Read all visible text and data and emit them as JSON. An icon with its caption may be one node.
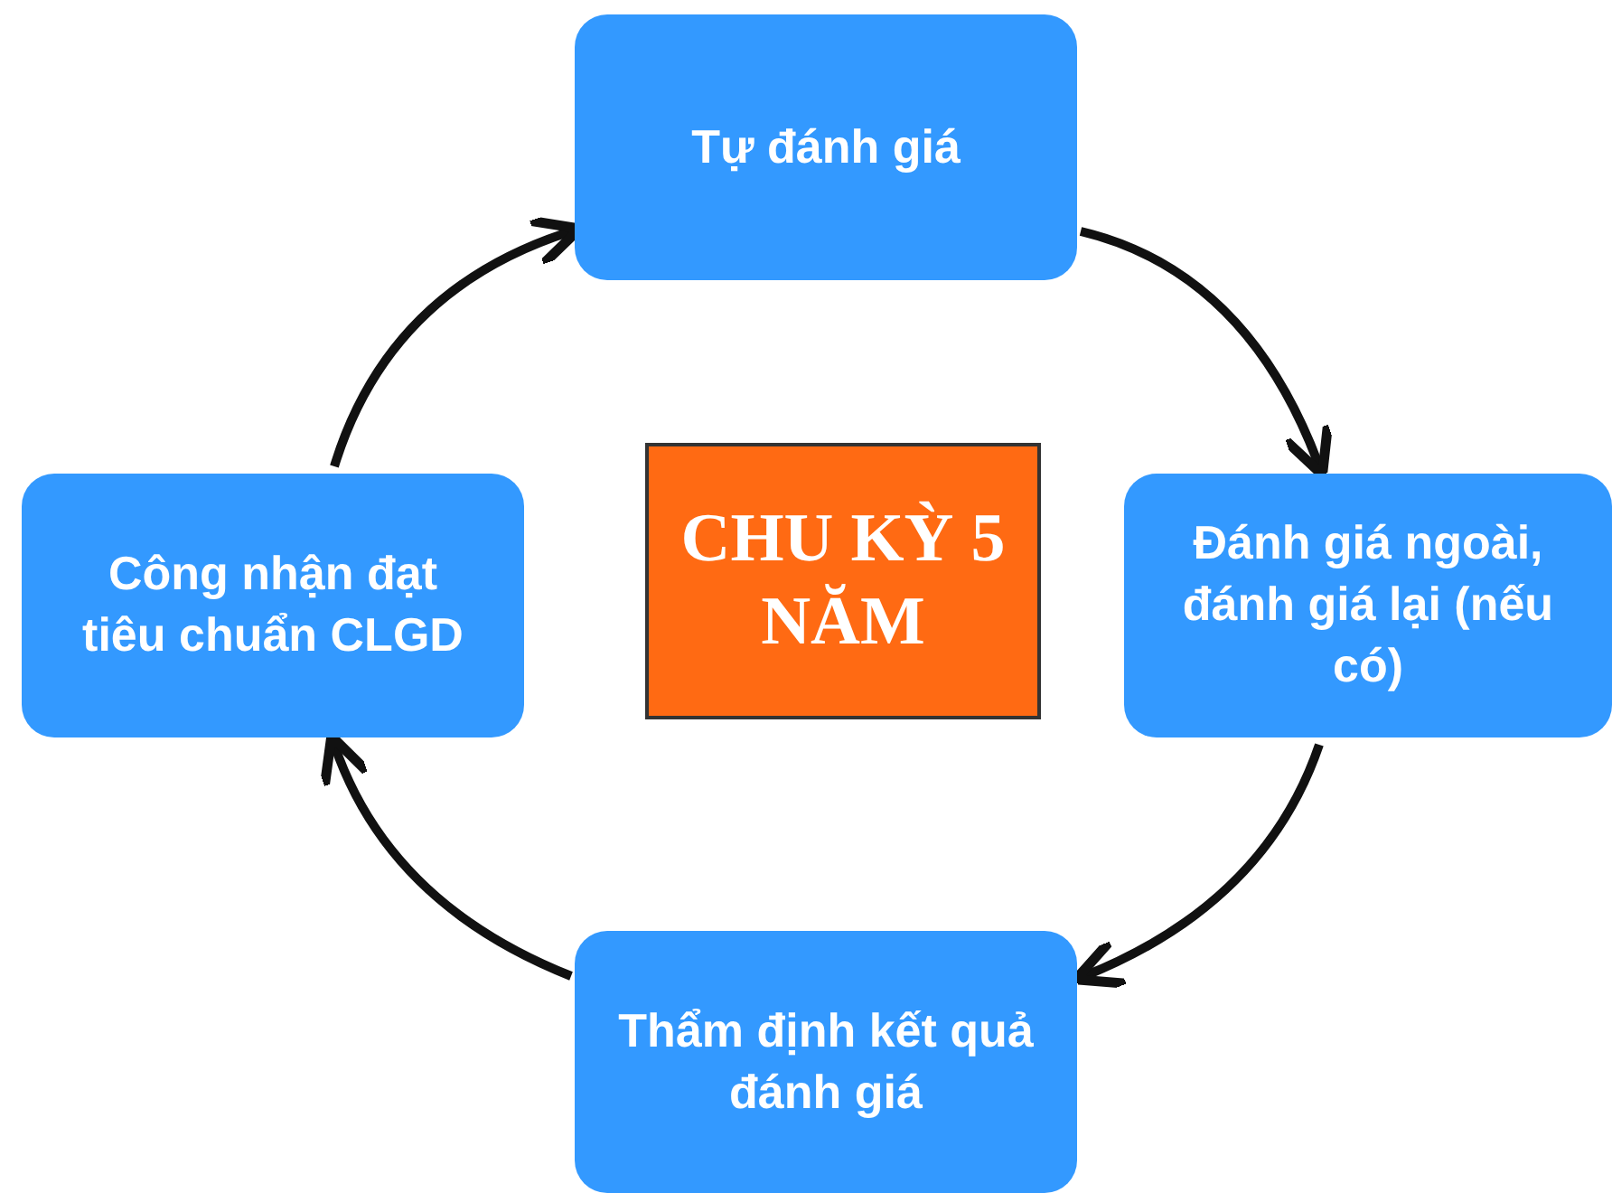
{
  "diagram": {
    "nodes": [
      {
        "text": [
          "Tự đánh giá"
        ]
      },
      {
        "text": [
          "Công nhận đạt tiêu chuẩn CLGD"
        ]
      },
      {
        "text": [
          "CHU KỲ 5 NĂM"
        ]
      },
      {
        "text": [
          "Đánh giá ngoài, đánh giá lại (nếu có)"
        ]
      },
      {
        "text": [
          "Thẩm định kết quả đánh giá"
        ]
      }
    ],
    "edges": [
      {
        "from": 0,
        "to": 3,
        "arrow": "to"
      },
      {
        "from": 3,
        "to": 4,
        "arrow": "to"
      },
      {
        "from": 4,
        "to": 1,
        "arrow": "to"
      },
      {
        "from": 1,
        "to": 0,
        "arrow": "to"
      }
    ]
  }
}
